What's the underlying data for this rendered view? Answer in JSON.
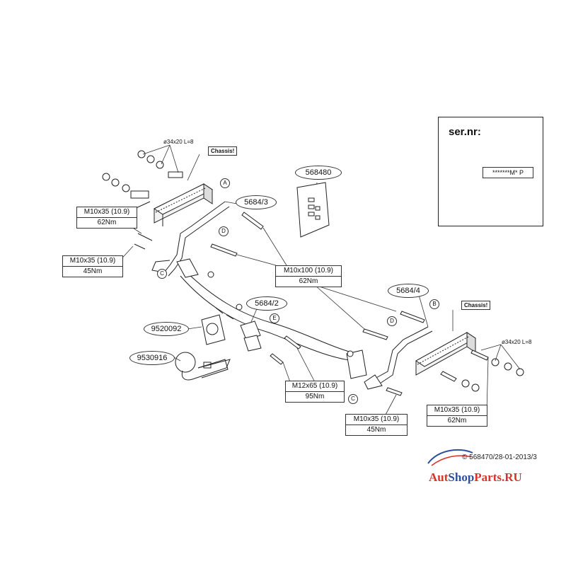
{
  "parts": {
    "p568480": "568480",
    "p5684_3": "5684/3",
    "p5684_4": "5684/4",
    "p5684_2": "5684/2",
    "p9520092": "9520092",
    "p9530916": "9530916"
  },
  "bolts": {
    "tl": {
      "spec": "M10x35 (10.9)",
      "torque": "62Nm"
    },
    "ml": {
      "spec": "M10x35 (10.9)",
      "torque": "45Nm"
    },
    "center": {
      "spec": "M10x100 (10.9)",
      "torque": "62Nm"
    },
    "m12": {
      "spec": "M12x65 (10.9)",
      "torque": "95Nm"
    },
    "bc": {
      "spec": "M10x35 (10.9)",
      "torque": "45Nm"
    },
    "br": {
      "spec": "M10x35 (10.9)",
      "torque": "62Nm"
    }
  },
  "markers": {
    "A": "A",
    "B": "B",
    "C": "C",
    "D": "D",
    "E": "E"
  },
  "chassis_label": "Chassis!",
  "spacer_dim": "ø34x20 L=8",
  "serial_panel": {
    "title": "ser.nr:",
    "mask": "*******M* P"
  },
  "footer": {
    "copyright": "© 568470/28-01-2013/3",
    "watermark_a": "Aut",
    "watermark_b": "Shop",
    "watermark_c": "Parts.RU"
  }
}
